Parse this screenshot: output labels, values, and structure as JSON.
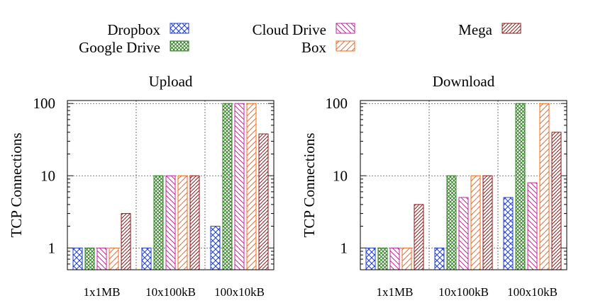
{
  "chart_data": {
    "type": "bar",
    "yscale": "log",
    "ylim": [
      0.5,
      110
    ],
    "yticks": [
      "1",
      "10",
      "100"
    ],
    "ytick_values": [
      1,
      10,
      100
    ],
    "ylabel": "TCP Connections",
    "grid": true,
    "legend_placement": "top",
    "categories": [
      "1x1MB",
      "10x100kB",
      "100x10kB"
    ],
    "series_styles": [
      {
        "name": "Dropbox",
        "color": "#1f3fd6",
        "pattern": "crosshatch"
      },
      {
        "name": "Google Drive",
        "color": "#2e7d1f",
        "pattern": "dense-crosshatch"
      },
      {
        "name": "Cloud Drive",
        "color": "#c2259b",
        "pattern": "back-diagonal"
      },
      {
        "name": "Box",
        "color": "#f26a1b",
        "pattern": "forward-diagonal"
      },
      {
        "name": "Mega",
        "color": "#8b1a1a",
        "pattern": "dense-diagonal"
      }
    ],
    "panels": [
      {
        "title": "Upload",
        "series": [
          {
            "name": "Dropbox",
            "values": [
              1,
              1,
              2
            ]
          },
          {
            "name": "Google Drive",
            "values": [
              1,
              10,
              100
            ]
          },
          {
            "name": "Cloud Drive",
            "values": [
              1,
              10,
              100
            ]
          },
          {
            "name": "Box",
            "values": [
              1,
              10,
              100
            ]
          },
          {
            "name": "Mega",
            "values": [
              3,
              10,
              38
            ]
          }
        ]
      },
      {
        "title": "Download",
        "series": [
          {
            "name": "Dropbox",
            "values": [
              1,
              1,
              5
            ]
          },
          {
            "name": "Google Drive",
            "values": [
              1,
              10,
              100
            ]
          },
          {
            "name": "Cloud Drive",
            "values": [
              1,
              5,
              8
            ]
          },
          {
            "name": "Box",
            "values": [
              1,
              10,
              100
            ]
          },
          {
            "name": "Mega",
            "values": [
              4,
              10,
              40
            ]
          }
        ]
      }
    ]
  }
}
